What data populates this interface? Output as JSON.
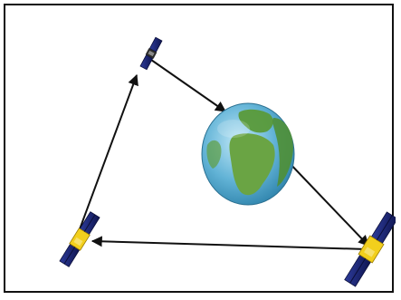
{
  "diagram": {
    "nodes": [
      {
        "id": "satellite-top",
        "kind": "satellite",
        "icon": "satellite-icon"
      },
      {
        "id": "earth",
        "kind": "planet",
        "icon": "globe-icon"
      },
      {
        "id": "satellite-right",
        "kind": "satellite",
        "icon": "satellite-icon"
      },
      {
        "id": "satellite-left",
        "kind": "satellite",
        "icon": "satellite-icon"
      }
    ],
    "links": [
      {
        "from": "satellite-top",
        "to": "earth"
      },
      {
        "from": "earth",
        "to": "satellite-right"
      },
      {
        "from": "satellite-right",
        "to": "satellite-left"
      },
      {
        "from": "satellite-left",
        "to": "satellite-top"
      }
    ],
    "colors": {
      "frame": "#111111",
      "arrow": "#111111",
      "ocean": "#4aa3c8",
      "land": "#5a9a3a",
      "panel": "#1f2a7a",
      "bus": "#f2cf1d"
    }
  }
}
